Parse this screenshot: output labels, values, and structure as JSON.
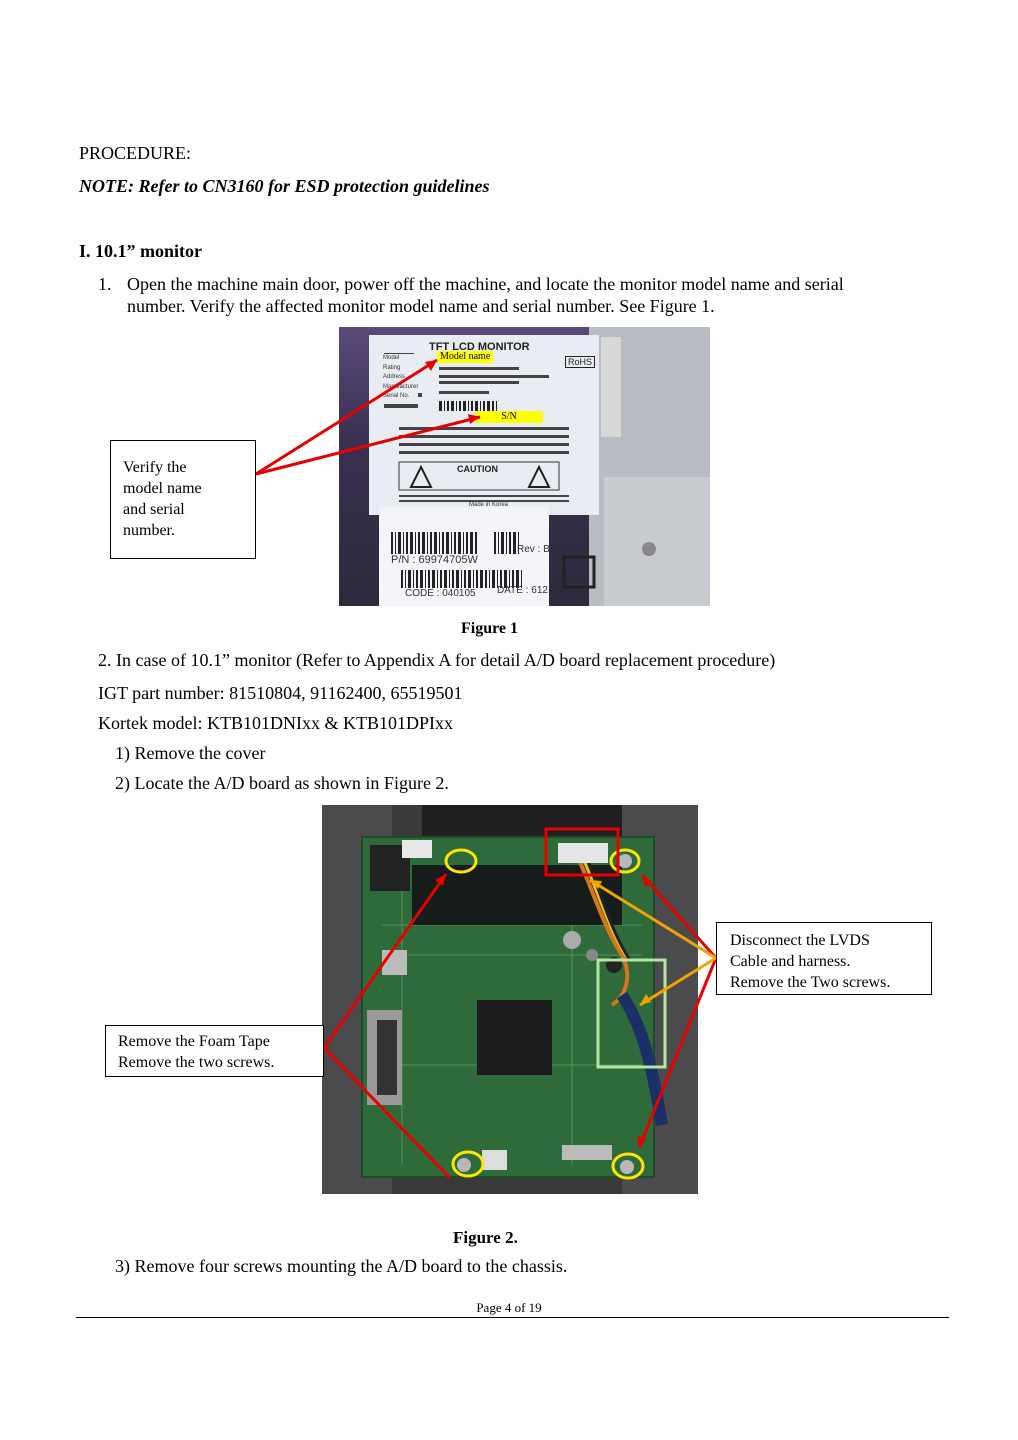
{
  "heading_procedure": "PROCEDURE:",
  "note": "NOTE:  Refer to CN3160 for ESD protection guidelines",
  "section_title": "I. 10.1” monitor",
  "step1": {
    "number": "1.",
    "line1": "Open the machine main door, power off the machine, and locate the monitor model name and serial",
    "line2": "number. Verify the affected monitor model name and serial number. See Figure 1."
  },
  "figure1": {
    "caption": "Figure 1",
    "callout": [
      "Verify the",
      "model name",
      "and serial",
      "number."
    ],
    "label_model": "Model name",
    "label_sn": "S/N",
    "label_title": "TFT LCD MONITOR",
    "label_rohs": "RoHS",
    "label_fields": [
      "Model",
      "Rating",
      "Address",
      "Manufacturer",
      "Serial No."
    ],
    "label_caution": "CAUTION",
    "label_made": "Made in Korea",
    "pn": "P/N : 69974705W",
    "rev": "Rev : B",
    "code": "CODE : 040105",
    "date": "DATE : 612"
  },
  "step2": {
    "line": "2. In case of 10.1” monitor   (Refer to Appendix A for detail A/D board replacement procedure)",
    "igt": "IGT part number: 81510804, 91162400, 65519501",
    "kortek": "Kortek model: KTB101DNIxx & KTB101DPIxx",
    "sub1": "1) Remove the cover",
    "sub2": "2) Locate the A/D board as shown in Figure 2."
  },
  "figure2": {
    "caption": "Figure 2.",
    "callout_right": [
      "Disconnect the LVDS",
      "Cable and harness.",
      "Remove the Two screws."
    ],
    "callout_left": [
      "Remove the Foam Tape",
      "Remove the two screws."
    ]
  },
  "step3": "3) Remove four screws mounting the A/D board to the chassis.",
  "footer": "Page 4 of 19"
}
